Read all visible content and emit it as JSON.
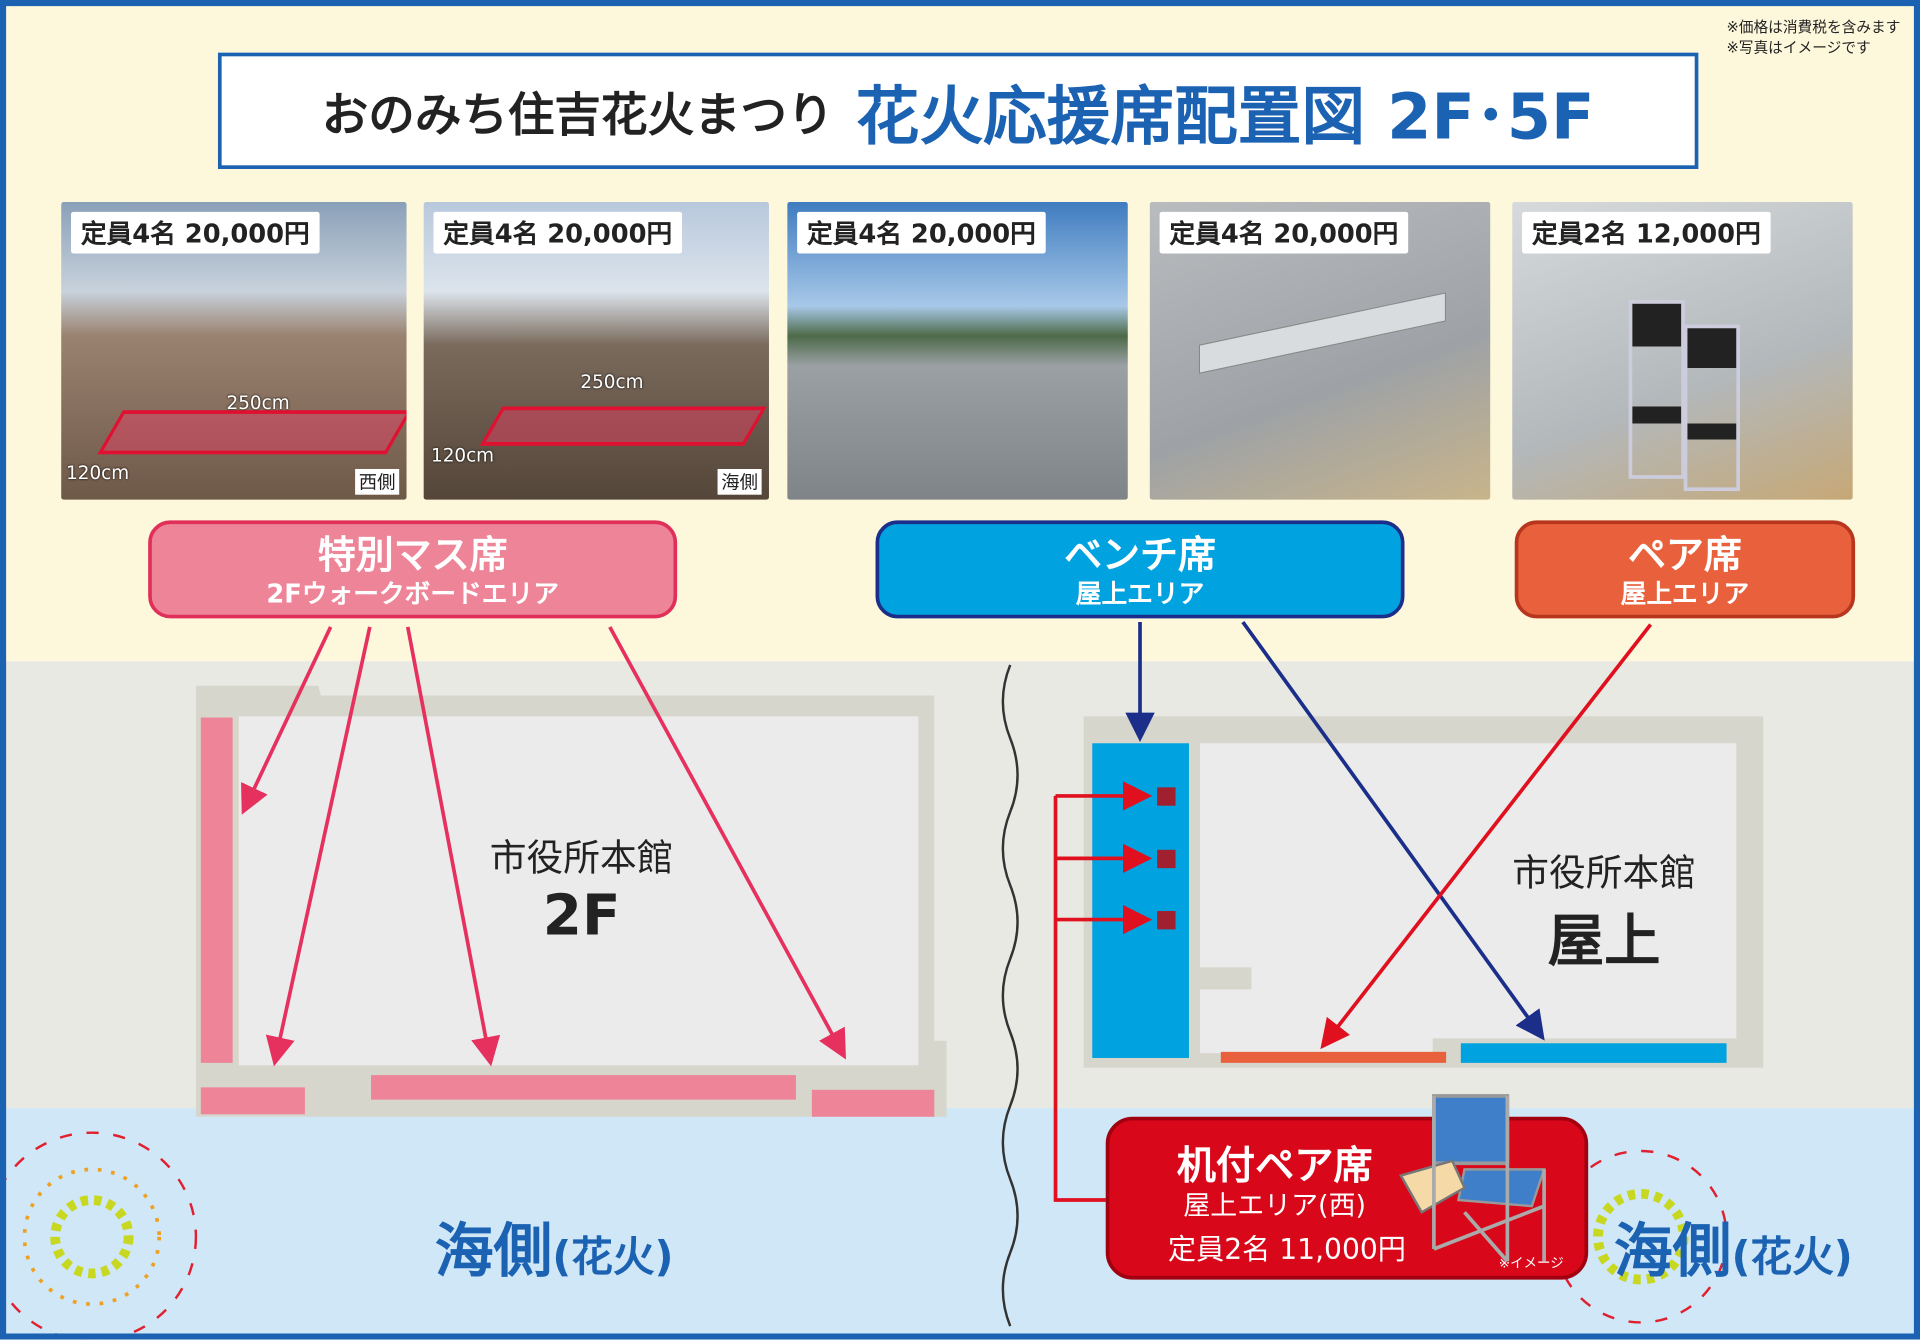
{
  "notes": [
    "※価格は消費税を含みます",
    "※写真はイメージです"
  ],
  "title": {
    "event": "おのみち住吉花火まつり",
    "main": "花火応援席配置図",
    "floors": "2F･5F"
  },
  "photos": [
    {
      "label": "定員4名 20,000円",
      "dims": [
        "250cm",
        "120cm"
      ],
      "side": "西側"
    },
    {
      "label": "定員4名 20,000円",
      "dims": [
        "250cm",
        "120cm"
      ],
      "side": "海側"
    },
    {
      "label": "定員4名 20,000円"
    },
    {
      "label": "定員4名 20,000円"
    },
    {
      "label": "定員2名 12,000円"
    }
  ],
  "categories": [
    {
      "name": "特別マス席",
      "sub": "2Fウォークボードエリア",
      "color": "#ee8497"
    },
    {
      "name": "ベンチ席",
      "sub": "屋上エリア",
      "color": "#00a3e0"
    },
    {
      "name": "ペア席",
      "sub": "屋上エリア",
      "color": "#e8603c"
    }
  ],
  "buildings": [
    {
      "name": "市役所本館",
      "floor": "2F"
    },
    {
      "name": "市役所本館",
      "floor": "屋上"
    }
  ],
  "desk_pair": {
    "name": "机付ペア席",
    "area": "屋上エリア(西)",
    "price": "定員2名 11,000円",
    "note": "※イメージ"
  },
  "sea": {
    "label": "海側",
    "sub": "(花火)"
  }
}
